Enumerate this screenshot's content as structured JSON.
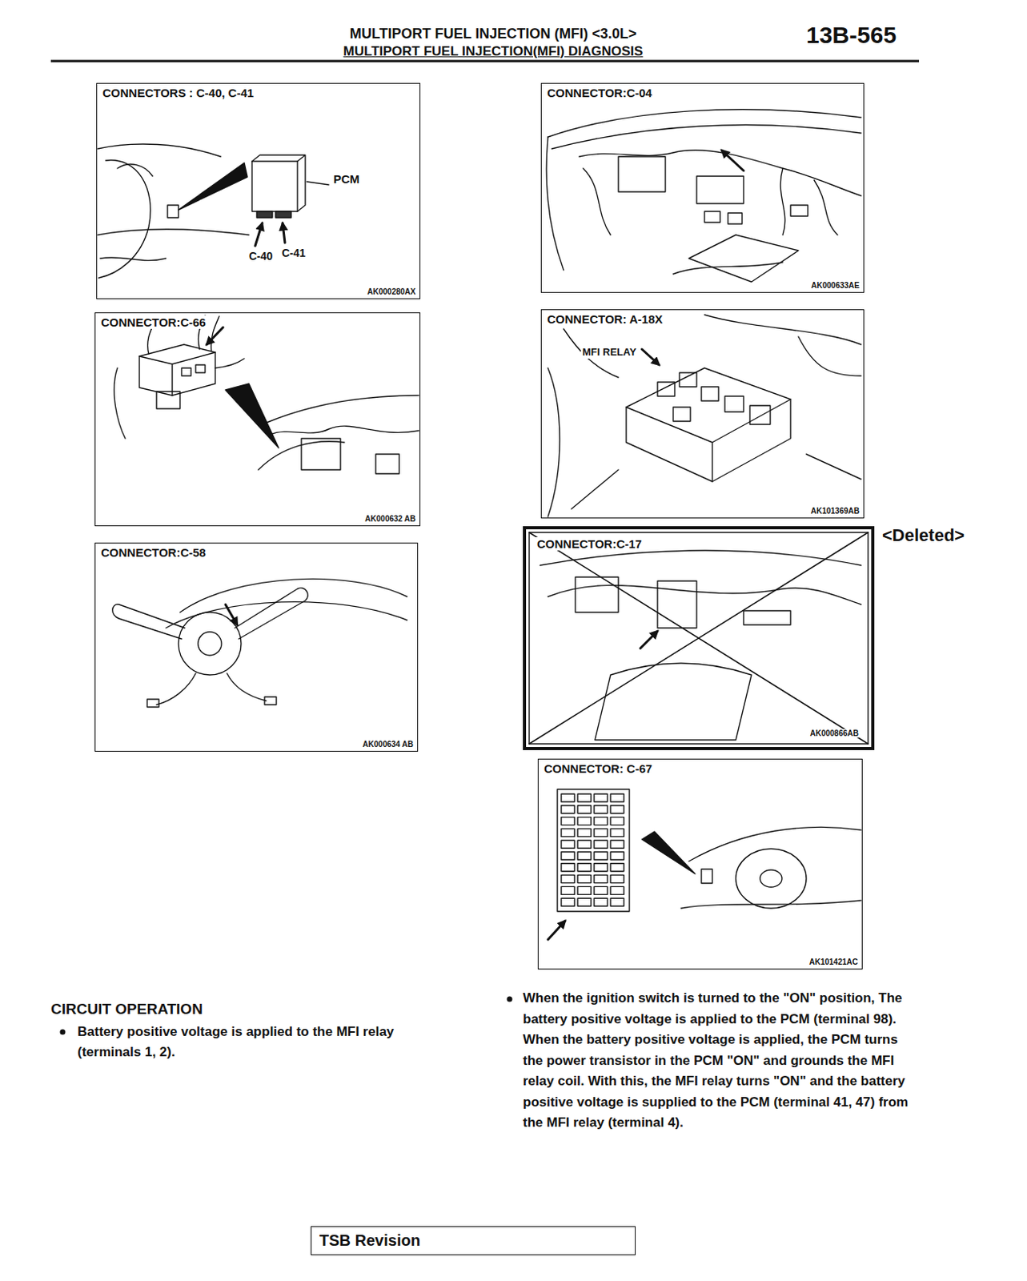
{
  "diagram": {
    "title": "MULTIPORT FUEL INJECTION (MFI) <3.0L>",
    "nodes": [
      {
        "text": [
          "CONNECTORS : C-40, C-41",
          "PCM",
          "C-40",
          "C-41",
          "AK000280AX"
        ]
      },
      {
        "text": [
          "CONNECTOR:C-04",
          "AK000633AE"
        ]
      },
      {
        "text": [
          "CONNECTOR:C-66",
          "AK000632 AB"
        ]
      },
      {
        "text": [
          "CONNECTOR: A-18X",
          "MFI RELAY",
          "AK101369AB"
        ]
      },
      {
        "text": [
          "CONNECTOR:C-58",
          "AK000634 AB"
        ]
      },
      {
        "text": [
          "CONNECTOR:C-17",
          "AK000866AB"
        ]
      },
      {
        "text": [
          "CONNECTOR: C-67",
          "AK101421AC"
        ]
      },
      {
        "text": [
          "TSB Revision"
        ]
      }
    ],
    "labels": [
      "MULTIPORT FUEL INJECTION(MFI) DIAGNOSIS",
      "13B-565",
      "<Deleted>",
      "CIRCUIT OPERATION",
      "Battery positive voltage is applied to the MFI relay (terminals 1, 2).",
      "When the ignition switch is turned to the \"ON\" position, The battery positive voltage is applied to the PCM (terminal 98). When the battery positive voltage is applied, the PCM turns the power transistor in the PCM \"ON\" and grounds the MFI relay coil. With this, the MFI relay turns \"ON\" and the battery positive voltage is supplied to the PCM (terminal 41, 47) from the MFI relay (terminal 4)."
    ]
  }
}
